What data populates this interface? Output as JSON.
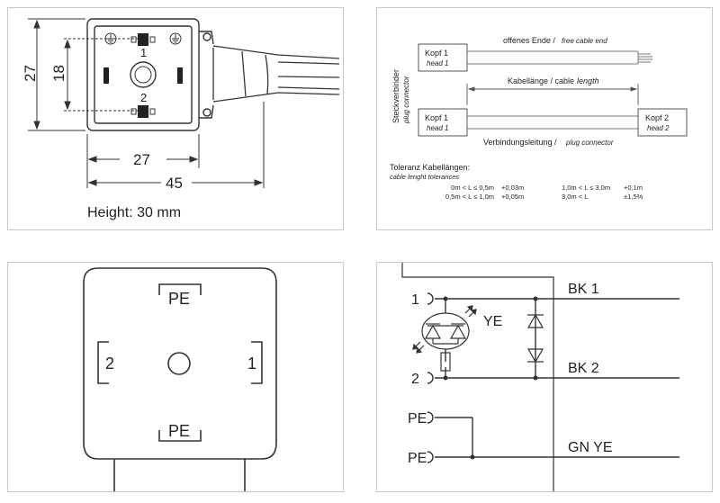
{
  "panel1": {
    "dim_27_vertical": "27",
    "dim_18_vertical": "18",
    "dim_27_horizontal": "27",
    "dim_45_horizontal": "45",
    "pin_1": "1",
    "pin_2": "2",
    "height_text": "Height: 30 mm"
  },
  "panel2": {
    "side_label_de": "Steckverbinder",
    "side_label_en": "plug connector",
    "head1_top_de": "Kopf 1",
    "head1_top_en": "head 1",
    "free_end_de": "offenes Ende /",
    "free_end_en": "free cable end",
    "length_de": "Kabellänge / cable",
    "length_en": "length",
    "head1_bottom_de": "Kopf 1",
    "head1_bottom_en": "head 1",
    "head2_de": "Kopf 2",
    "head2_en": "head 2",
    "connect_de": "Verbindungsleitung /",
    "connect_en": "plug connector",
    "tol_title_de": "Toleranz Kabellängen:",
    "tol_title_en": "cable lenght tolerances",
    "tolerances": [
      {
        "range": "0m < L ≤ 0,5m",
        "tol": "+0,03m"
      },
      {
        "range": "0,5m < L ≤ 1,0m",
        "tol": "+0,05m"
      },
      {
        "range": "1,0m < L ≤ 3,0m",
        "tol": "+0,1m"
      },
      {
        "range": "3,0m < L",
        "tol": "±1,5%"
      }
    ]
  },
  "panel3": {
    "pe_top": "PE",
    "pe_bottom": "PE",
    "pin_left": "2",
    "pin_right": "1"
  },
  "panel4": {
    "pin1": "1",
    "pin2": "2",
    "pe1": "PE",
    "pe2": "PE",
    "led_label": "YE",
    "wire_bk1": "BK 1",
    "wire_bk2": "BK 2",
    "wire_gnye": "GN YE"
  }
}
